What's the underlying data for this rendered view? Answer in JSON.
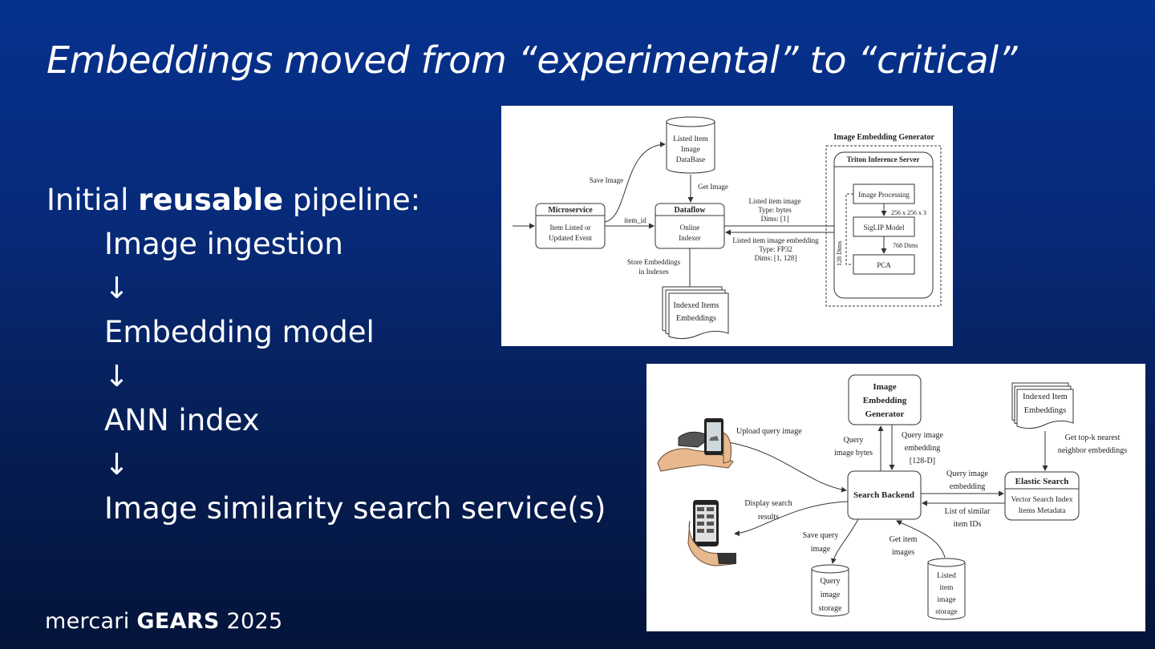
{
  "slide": {
    "title": "Embeddings moved from “experimental” to “critical”",
    "pipeline": {
      "lead_prefix": "Initial ",
      "lead_bold": "reusable",
      "lead_suffix": " pipeline:",
      "steps": [
        "Image ingestion",
        "↓",
        "Embedding model",
        "↓",
        "ANN index",
        "↓",
        "Image similarity search service(s)"
      ]
    },
    "brand": {
      "part1": "mercari ",
      "part2": "GEARS",
      "part3": " 2025"
    }
  },
  "indexing_diagram": {
    "db_top": [
      "Listed Item",
      "Image",
      "DataBase"
    ],
    "save_image": "Save Image",
    "get_image": "Get Image",
    "microservice_title": "Microservice",
    "microservice_body": [
      "Item Listed or",
      "Updated Event"
    ],
    "item_id": "item_id",
    "dataflow_title": "Dataflow",
    "dataflow_body": [
      "Online",
      "Indexer"
    ],
    "request": [
      "Listed item image",
      "Type: bytes",
      "Dims: [1]"
    ],
    "response": [
      "Listed item image embedding",
      "Type: FP32",
      "Dims: [1, 128]"
    ],
    "store": [
      "Store Embeddings",
      "in Indexes"
    ],
    "indexed": [
      "Indexed Items",
      "Embeddings"
    ],
    "generator_title": "Image Embedding Generator",
    "triton_title": "Triton Inference Server",
    "image_processing": "Image Processing",
    "dims_256": "256 x 256 x 3",
    "siglip": "SigLIP Model",
    "dims_768": "768 Dims",
    "pca": "PCA",
    "dims_128": "128 Dims"
  },
  "search_diagram": {
    "generator": [
      "Image",
      "Embedding",
      "Generator"
    ],
    "indexed": [
      "Indexed Item",
      "Embeddings"
    ],
    "upload": "Upload query image",
    "query_bytes": [
      "Query",
      "image bytes"
    ],
    "query_embedding": [
      "Query image",
      "embedding",
      "[128-D]"
    ],
    "topk": [
      "Get top-k nearest",
      "neighbor embeddings"
    ],
    "query_embedding2": [
      "Query image",
      "embedding"
    ],
    "search_backend": "Search Backend",
    "elastic_title": "Elastic Search",
    "elastic_body": [
      "Vector Search Index",
      "Items Metadata"
    ],
    "display": [
      "Display search",
      "results"
    ],
    "similar": [
      "List of similar",
      "item IDs"
    ],
    "save_query": [
      "Save query",
      "image"
    ],
    "get_item": [
      "Get item",
      "images"
    ],
    "query_storage": [
      "Query",
      "image",
      "storage"
    ],
    "listed_storage": [
      "Listed",
      "item",
      "image",
      "storage"
    ]
  }
}
